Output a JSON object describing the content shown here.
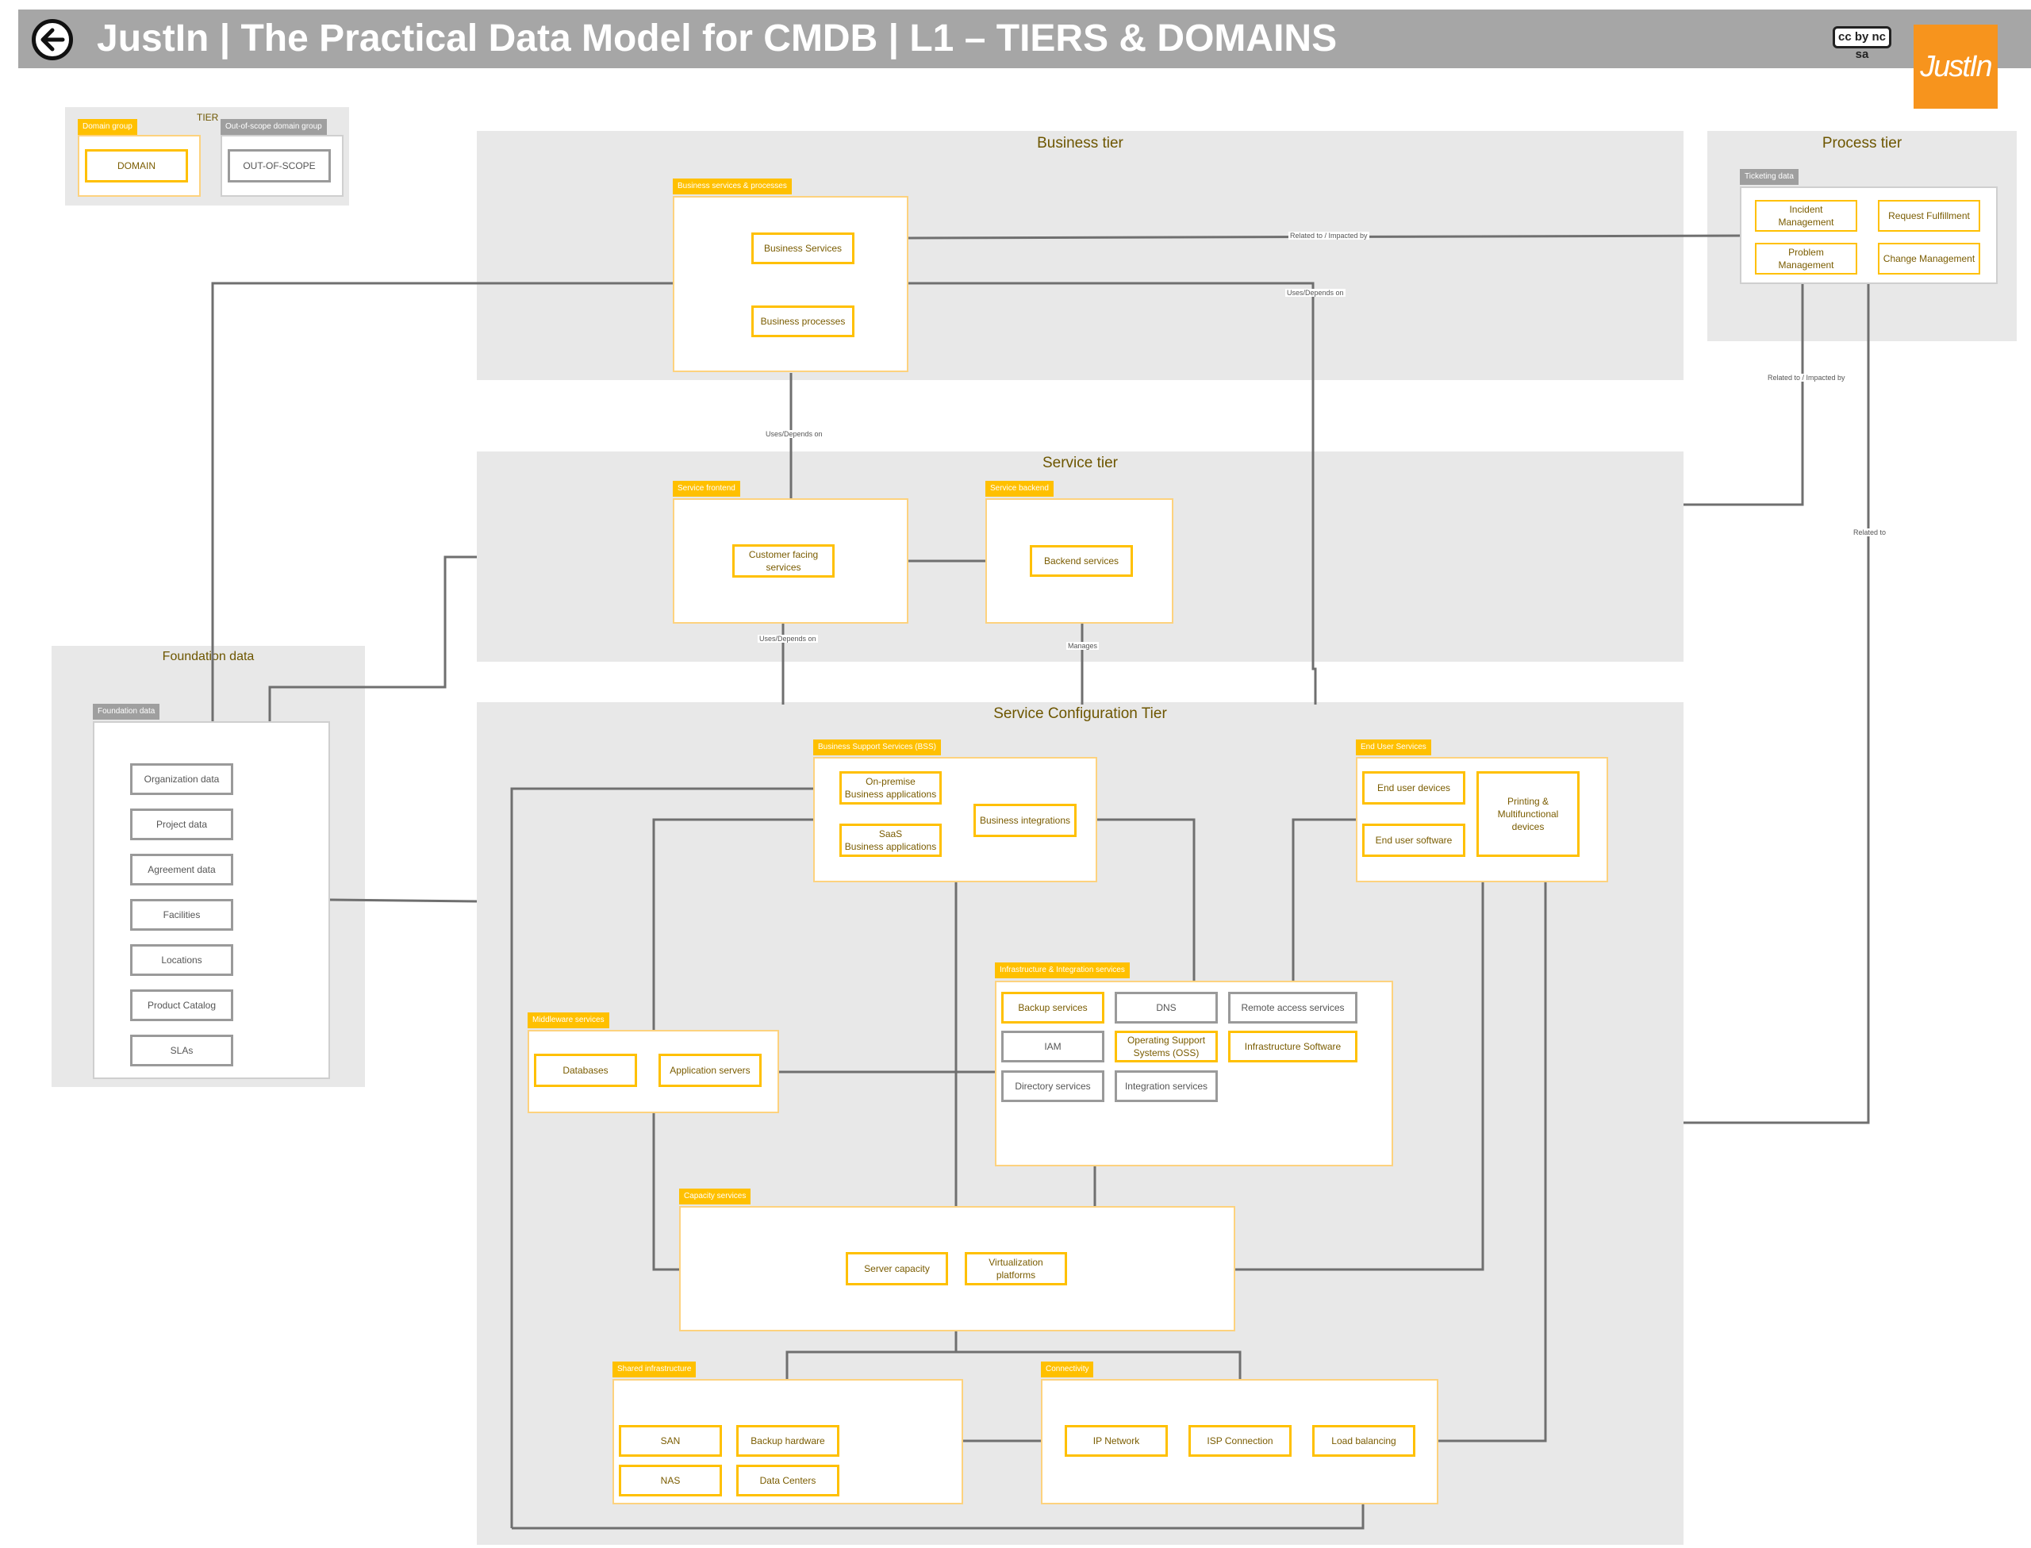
{
  "header": {
    "title": "JustIn | The Practical Data Model for CMDB |  L1 – TIERS & DOMAINS",
    "license_badge": "cc by nc sa",
    "logo": "JustIn"
  },
  "legend": {
    "tier": "TIER",
    "domain_group": "Domain group",
    "domain": "DOMAIN",
    "oos_group": "Out-of-scope domain group",
    "oos": "OUT-OF-SCOPE"
  },
  "business_tier": {
    "title": "Business tier",
    "group": "Business services & processes",
    "services": "Business Services",
    "processes": "Business processes"
  },
  "process_tier": {
    "title": "Process tier",
    "group": "Ticketing data",
    "items": [
      "Incident\nManagement",
      "Request Fulfillment",
      "Problem\nManagement",
      "Change Management"
    ]
  },
  "service_tier": {
    "title": "Service tier",
    "frontend": {
      "group": "Service frontend",
      "item": "Customer facing\nservices"
    },
    "backend": {
      "group": "Service backend",
      "item": "Backend services"
    }
  },
  "foundation": {
    "title": "Foundation data",
    "group": "Foundation data",
    "items": [
      "Organization data",
      "Project data",
      "Agreement data",
      "Facilities",
      "Locations",
      "Product Catalog",
      "SLAs"
    ]
  },
  "config_tier": {
    "title": "Service Configuration Tier",
    "bss": {
      "group": "Business Support Services (BSS)",
      "onprem": "On-premise\nBusiness applications",
      "saas": "SaaS\nBusiness applications",
      "integrations": "Business integrations"
    },
    "eus": {
      "group": "End User Services",
      "devices": "End user devices",
      "software": "End user software",
      "printing": "Printing &\nMultifunctional\ndevices"
    },
    "infra": {
      "group": "Infrastructure & Integration services",
      "backup": "Backup services",
      "dns": "DNS",
      "remote": "Remote access services",
      "iam": "IAM",
      "oss": "Operating Support\nSystems (OSS)",
      "infra_sw": "Infrastructure Software",
      "directory": "Directory services",
      "integration": "Integration services"
    },
    "middleware": {
      "group": "Middleware services",
      "databases": "Databases",
      "app_servers": "Application servers"
    },
    "capacity": {
      "group": "Capacity services",
      "server": "Server capacity",
      "virtualization": "Virtualization\nplatforms"
    },
    "shared": {
      "group": "Shared infrastructure",
      "san": "SAN",
      "backup_hw": "Backup hardware",
      "nas": "NAS",
      "dc": "Data Centers"
    },
    "connectivity": {
      "group": "Connectivity",
      "ip": "IP Network",
      "isp": "ISP Connection",
      "lb": "Load balancing"
    }
  },
  "relations": {
    "related_impacted": "Related to / Impacted by",
    "uses_depends": "Uses/Depends on",
    "manages": "Manages",
    "related_to": "Related to"
  },
  "colors": {
    "accent": "#ffc000",
    "header": "#a6a6a6",
    "tier_bg": "#e8e8e8",
    "logo": "#f7941d"
  }
}
